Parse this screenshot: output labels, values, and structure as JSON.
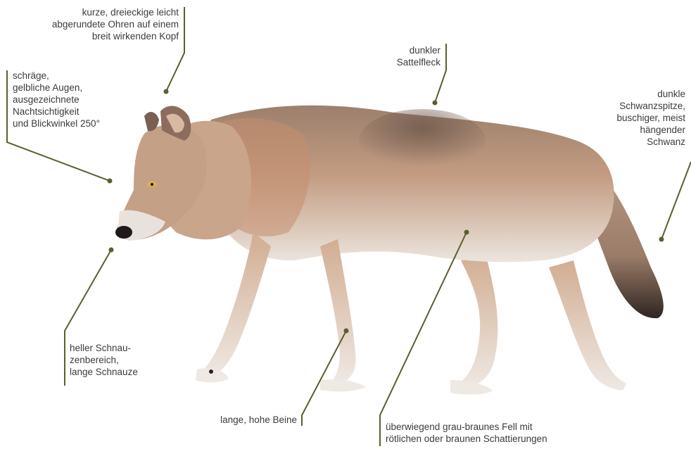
{
  "colors": {
    "leader": "#5b5e2e",
    "text": "#3b3b3b",
    "fur_main": "#b89a84",
    "fur_red": "#c48c6c",
    "fur_light": "#ece6e0",
    "fur_dark": "#5a4a42"
  },
  "annotations": {
    "ears": {
      "lines": [
        "kurze, dreieckige leicht",
        "abgerundete Ohren auf einem",
        "breit wirkenden Kopf"
      ]
    },
    "eyes": {
      "lines": [
        "schräge,",
        "gelbliche Augen,",
        "ausgezeichnete",
        "Nachtsichtigkeit",
        "und Blickwinkel 250°"
      ]
    },
    "saddle": {
      "lines": [
        "dunkler",
        "Sattelfleck"
      ]
    },
    "tail": {
      "lines": [
        "dunkle",
        "Schwanzspitze,",
        "buschiger, meist",
        "hängender",
        "Schwanz"
      ]
    },
    "snout": {
      "lines": [
        "heller Schnau-",
        "zenbereich,",
        "lange Schnauze"
      ]
    },
    "legs": {
      "lines": [
        "lange, hohe Beine"
      ]
    },
    "fur": {
      "lines": [
        "überwiegend grau-braunes Fell mit",
        "rötlichen oder braunen Schattierungen"
      ]
    }
  }
}
